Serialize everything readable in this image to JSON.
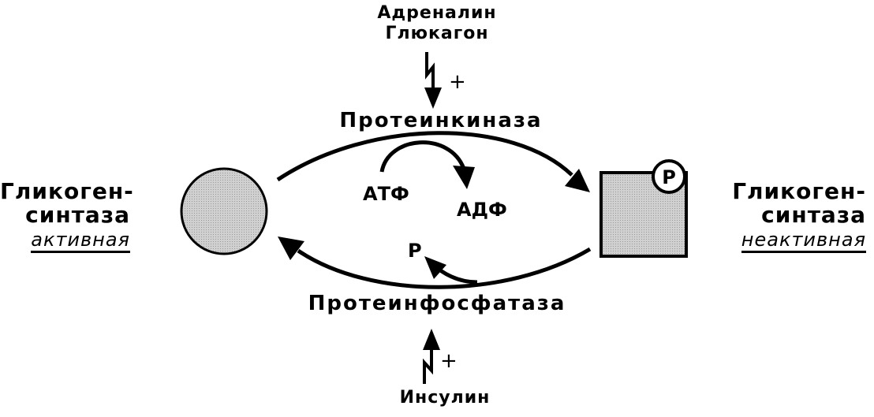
{
  "hormones_top": [
    "Адреналин",
    "Глюкагон"
  ],
  "hormone_bottom": "Инсулин",
  "kinase": "Протеинкиназа",
  "phosphatase": "Протеинфосфатаза",
  "left_enzyme": {
    "line1": "Гликоген-",
    "line2": "синтаза",
    "state": "активная"
  },
  "right_enzyme": {
    "line1": "Гликоген-",
    "line2": "синтаза",
    "state": "неактивная"
  },
  "atp": "АТФ",
  "adp": "АДФ",
  "phosphate": "Р",
  "phosphate_badge": "P",
  "plus_sign": "+",
  "colors": {
    "fill": "#c8c8c8",
    "stroke": "#000000"
  }
}
